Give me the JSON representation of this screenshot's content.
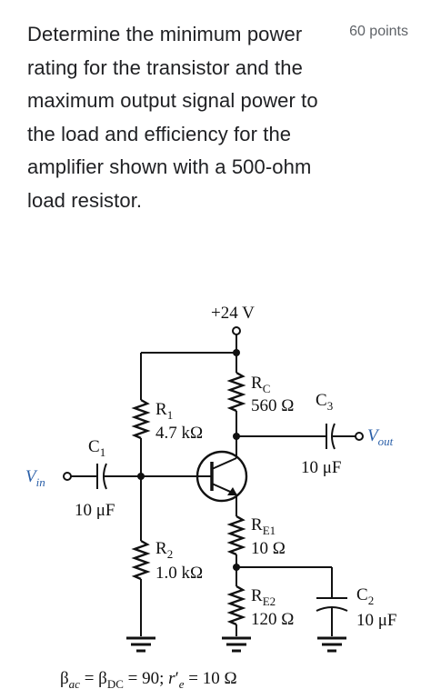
{
  "question": {
    "text": "Determine the minimum power rating for the transistor and the maximum output signal power to the load and efficiency for the amplifier shown with a 500-ohm load resistor.",
    "points": "60 points"
  },
  "circuit": {
    "supply": "+24 V",
    "R1": {
      "name": "R",
      "sub": "1",
      "value": "4.7 kΩ"
    },
    "R2": {
      "name": "R",
      "sub": "2",
      "value": "1.0 kΩ"
    },
    "RC": {
      "name": "R",
      "sub": "C",
      "value": "560 Ω"
    },
    "RE1": {
      "name": "R",
      "sub": "E1",
      "value": "10 Ω"
    },
    "RE2": {
      "name": "R",
      "sub": "E2",
      "value": "120 Ω"
    },
    "C1": {
      "name": "C",
      "sub": "1",
      "value": "10 μF"
    },
    "C2": {
      "name": "C",
      "sub": "2",
      "value": "10 μF"
    },
    "C3": {
      "name": "C",
      "sub": "3",
      "value": "10 μF"
    },
    "vin": {
      "name": "V",
      "sub": "in"
    },
    "vout": {
      "name": "V",
      "sub": "out"
    },
    "beta_note": {
      "beta": "β",
      "ac": "ac",
      "eq1": " = ",
      "dc": "DC",
      "eq2": " = 90; ",
      "re": "r",
      "re_sub": "e",
      "prime": "′",
      "eq3": " = 10 Ω"
    },
    "colors": {
      "ink": "#111111",
      "label_blue": "#2a5fa8"
    }
  }
}
